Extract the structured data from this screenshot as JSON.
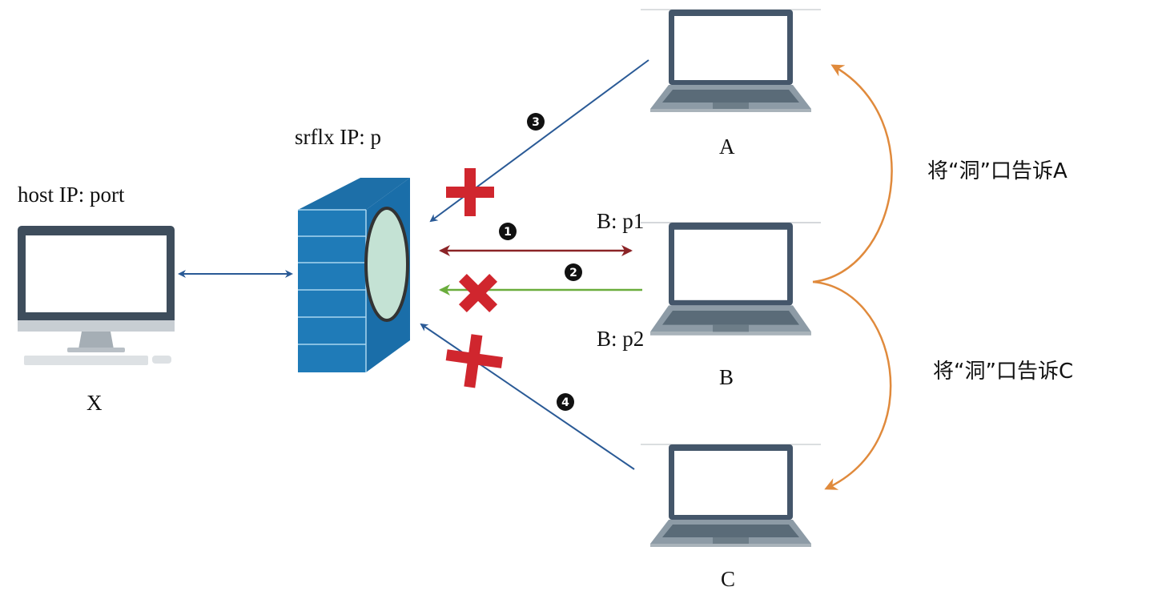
{
  "labels": {
    "srflx": "srflx IP: p",
    "host": "host IP: port",
    "x": "X",
    "a": "A",
    "b": "B",
    "c": "C",
    "bp1": "B: p1",
    "bp2": "B: p2",
    "tell_a": "将“洞”口告诉A",
    "tell_c": "将“洞”口告诉C"
  },
  "steps": [
    "1",
    "2",
    "3",
    "4"
  ],
  "colors": {
    "blue_arrow": "#2a5a96",
    "red_arrow": "#8b2326",
    "green_arrow": "#6aad3c",
    "orange_arrow": "#e08a3c",
    "cross": "#d0262e",
    "firewall": "#1f7bb8"
  }
}
